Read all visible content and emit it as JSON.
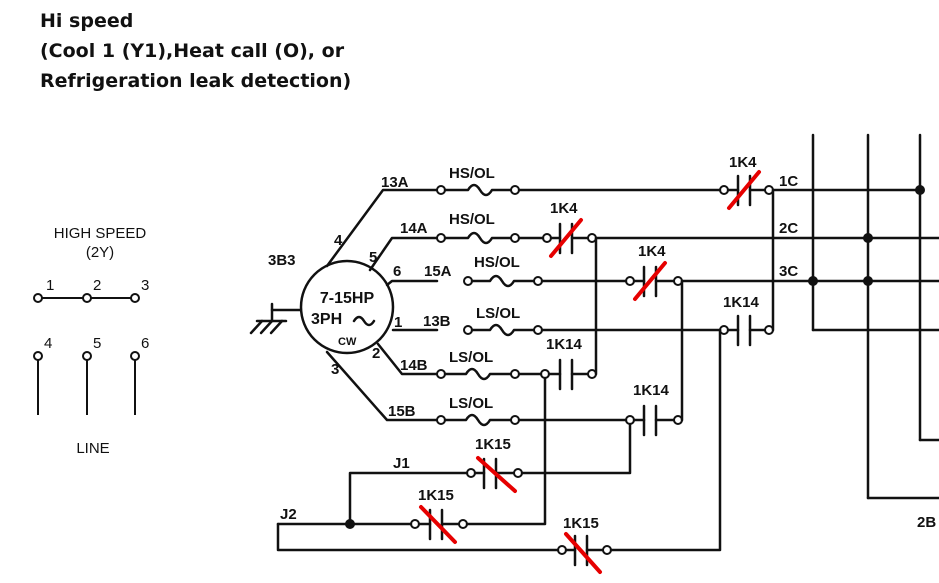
{
  "title": {
    "line1": "Hi speed",
    "line2": "(Cool 1 (Y1),Heat call (O), or",
    "line3": "Refrigeration leak detection)"
  },
  "legend": {
    "heading": "HIGH SPEED",
    "subheading": "(2Y)",
    "top_terminals": [
      "1",
      "2",
      "3"
    ],
    "bottom_terminals": [
      "4",
      "5",
      "6"
    ],
    "footer": "LINE"
  },
  "motor": {
    "id": "3B3",
    "rating": "7-15HP",
    "phase": "3PH",
    "rotation": "CW",
    "terminals": [
      "4",
      "5",
      "6",
      "1",
      "2",
      "3"
    ]
  },
  "wires": {
    "w13A": "13A",
    "w14A": "14A",
    "w15A": "15A",
    "w13B": "13B",
    "w14B": "14B",
    "w15B": "15B",
    "j1": "J1",
    "j2": "J2",
    "c1": "1C",
    "c2": "2C",
    "c3": "3C",
    "bus_2b": "2B"
  },
  "overloads": {
    "hs1": "HS/OL",
    "hs2": "HS/OL",
    "hs3": "HS/OL",
    "ls1": "LS/OL",
    "ls2": "LS/OL",
    "ls3": "LS/OL"
  },
  "contacts": {
    "k4a": "1K4",
    "k4b": "1K4",
    "k4c": "1K4",
    "k14a": "1K14",
    "k14b": "1K14",
    "k14c": "1K14",
    "k15a": "1K15",
    "k15b": "1K15",
    "k15c": "1K15"
  },
  "colors": {
    "line": "#111111",
    "open_contact_mark": "#e60000"
  }
}
